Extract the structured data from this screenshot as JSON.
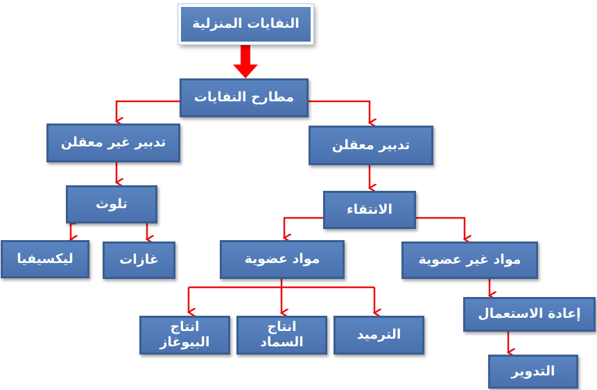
{
  "nodes": {
    "root": "النفايات المنزلية",
    "landfills": "مطارح  النفايات",
    "unmanaged": "تدبير غير معقلن",
    "managed": "تدبير معقلن",
    "pollution": "تلوث",
    "sorting": "الانتقاء",
    "leachate": "ليكسيفيا",
    "gases": "غازات",
    "organic": "مواد عضوية",
    "inorganic": "مواد غير عضوية",
    "biogas": "انتاج\nالبيوغاز",
    "compost": "انتاج\nالسماد",
    "landfilling": "الترميد",
    "reuse": "إعادة الاستعمال",
    "recycling": "التدوير"
  },
  "colors": {
    "box_fill": "#4f79b5",
    "box_border": "#3a5e92",
    "arrow": "#e81010",
    "text": "#ffffff"
  }
}
